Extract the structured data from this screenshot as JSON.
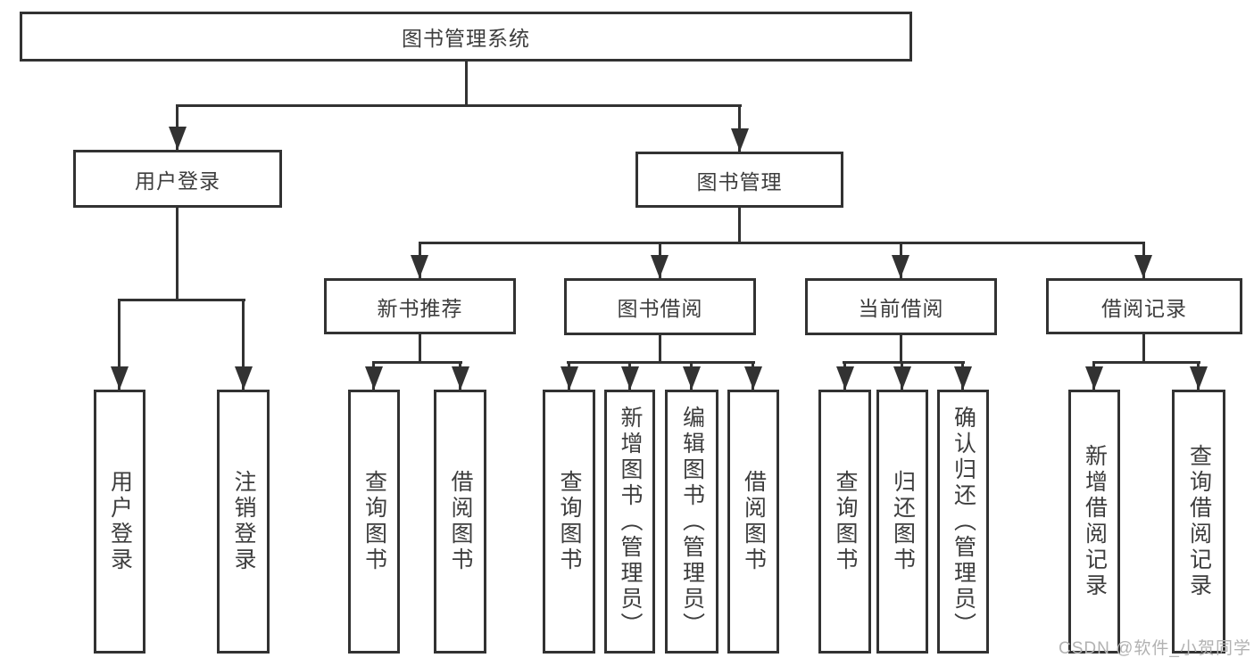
{
  "colors": {
    "line": "#323232",
    "text": "#3d3d3d",
    "watermark": "#b2b2b2",
    "bg": "#ffffff"
  },
  "diagram": {
    "root": {
      "label": "图书管理系统"
    },
    "level2": [
      {
        "label": "用户登录"
      },
      {
        "label": "图书管理"
      }
    ],
    "level3": [
      {
        "label": "新书推荐"
      },
      {
        "label": "图书借阅"
      },
      {
        "label": "当前借阅"
      },
      {
        "label": "借阅记录"
      }
    ],
    "leaves": [
      {
        "label": "用户登录"
      },
      {
        "label": "注销登录"
      },
      {
        "label": "查询图书"
      },
      {
        "label": "借阅图书"
      },
      {
        "label": "查询图书"
      },
      {
        "label": "新增图书（管理员）"
      },
      {
        "label": "编辑图书（管理员）"
      },
      {
        "label": "借阅图书"
      },
      {
        "label": "查询图书"
      },
      {
        "label": "归还图书"
      },
      {
        "label": "确认归还（管理员）"
      },
      {
        "label": "新增借阅记录"
      },
      {
        "label": "查询借阅记录"
      }
    ]
  },
  "watermark": {
    "text": "CSDN @软件_小贺同学"
  }
}
